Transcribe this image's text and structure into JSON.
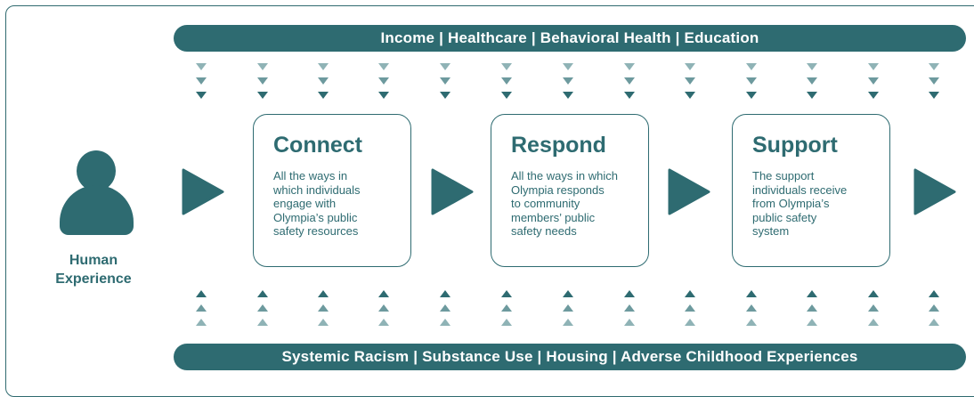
{
  "top_bar": "Income | Healthcare | Behavioral Health | Education",
  "bottom_bar": "Systemic Racism | Substance Use | Housing | Adverse Childhood Experiences",
  "person": {
    "label": "Human\nExperience"
  },
  "stages": [
    {
      "title": "Connect",
      "desc": "All the ways in\nwhich individuals\nengage with\nOlympia’s public\nsafety resources"
    },
    {
      "title": "Respond",
      "desc": "All the ways in which\nOlympia responds\nto community\nmembers’ public\nsafety needs"
    },
    {
      "title": "Support",
      "desc": "The support\nindividuals receive\nfrom Olympia’s\npublic safety\nsystem"
    }
  ],
  "colors": {
    "primary": "#2e6b71",
    "light": "#8fb3b6",
    "mid": "#6d9a9e",
    "background": "#ffffff"
  }
}
